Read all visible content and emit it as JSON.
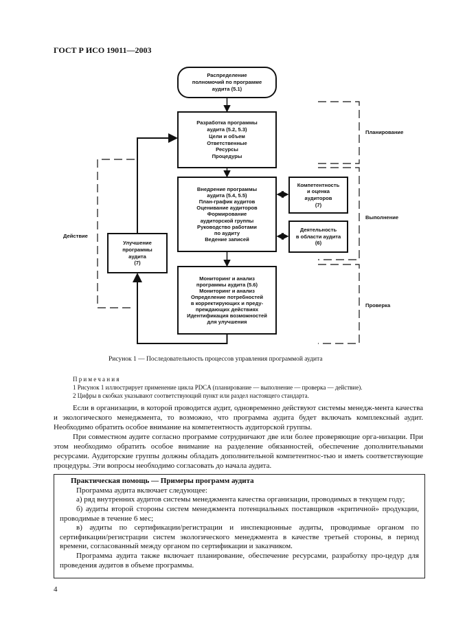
{
  "header": "ГОСТ Р ИСО 19011—2003",
  "figure": {
    "box_authority": [
      "Распределение",
      "полномочий по программе",
      "аудита (5.1)"
    ],
    "box_plan": [
      "Разработка программы",
      "аудита (5.2, 5.3)",
      "Цели и объем",
      "Ответственные",
      "Ресурсы",
      "Процедуры"
    ],
    "box_implement": [
      "Внедрение программы",
      "аудита (5.4, 5.5)",
      "План-график аудитов",
      "Оценивание аудиторов",
      "Формирование",
      "аудиторской группы",
      "Руководство работами",
      "по аудиту",
      "Ведение записей"
    ],
    "box_monitor": [
      "Мониторинг и анализ",
      "программы аудита (5.6)",
      "Мониторинг и анализ",
      "Определение потребностей",
      "в корректирующих и преду-",
      "преждающих действиях",
      "Идентификация возможностей",
      "для улучшения"
    ],
    "box_improve": [
      "Улучшение",
      "программы",
      "аудита",
      "(7)"
    ],
    "box_competence": [
      "Компетентность",
      "и оценка",
      "аудиторов",
      "(7)"
    ],
    "box_activities": [
      "Деятельность",
      "в области аудита",
      "(6)"
    ],
    "label_plan": "Планирование",
    "label_do": "Выполнение",
    "label_check": "Проверка",
    "label_act": "Действие"
  },
  "caption": "Рисунок 1 — Последовательность процессов управления программой аудита",
  "notes": {
    "heading": "Примечания",
    "items": [
      "1  Рисунок 1 иллюстрирует применение цикла PDCA (планирование — выполнение — проверка — действие).",
      "2  Цифры в скобках указывают соответствующий пункт или раздел настоящего стандарта."
    ]
  },
  "paragraphs": [
    "Если в организации, в которой проводится аудит, одновременно действуют системы менедж-мента качества и экологического менеджмента, то возможно, что программа аудита будет включать комплексный аудит. Необходимо обратить особое внимание на компетентность аудиторской группы.",
    "При совместном аудите согласно программе сотрудничают две или более проверяющие орга-низации. При этом необходимо обратить особое внимание на разделение обязанностей, обеспечение дополнительными ресурсами. Аудиторские группы должны обладать дополнительной компетентнос-тью и иметь соответствующие процедуры. Эти вопросы необходимо согласовать до начала аудита."
  ],
  "practical": {
    "title": "Практическая помощь — Примеры программ аудита",
    "intro": "Программа аудита включает следующее:",
    "items": [
      "а) ряд внутренних аудитов системы менеджмента качества организации, проводимых в текущем году;",
      "б) аудиты второй стороны систем менеджмента потенциальных поставщиков «критичной» продукции, проводимые в течение 6 мес;",
      "в) аудиты по сертификации/регистрации и инспекционные аудиты, проводимые органом по сертификации/регистрации систем экологического менеджмента в качестве третьей стороны, в период времени, согласованный между органом по сертификации и заказчиком."
    ],
    "outro": "Программа аудита также включает планирование, обеспечение ресурсами, разработку про-цедур для проведения аудитов в объеме программы."
  },
  "page_number": "4"
}
